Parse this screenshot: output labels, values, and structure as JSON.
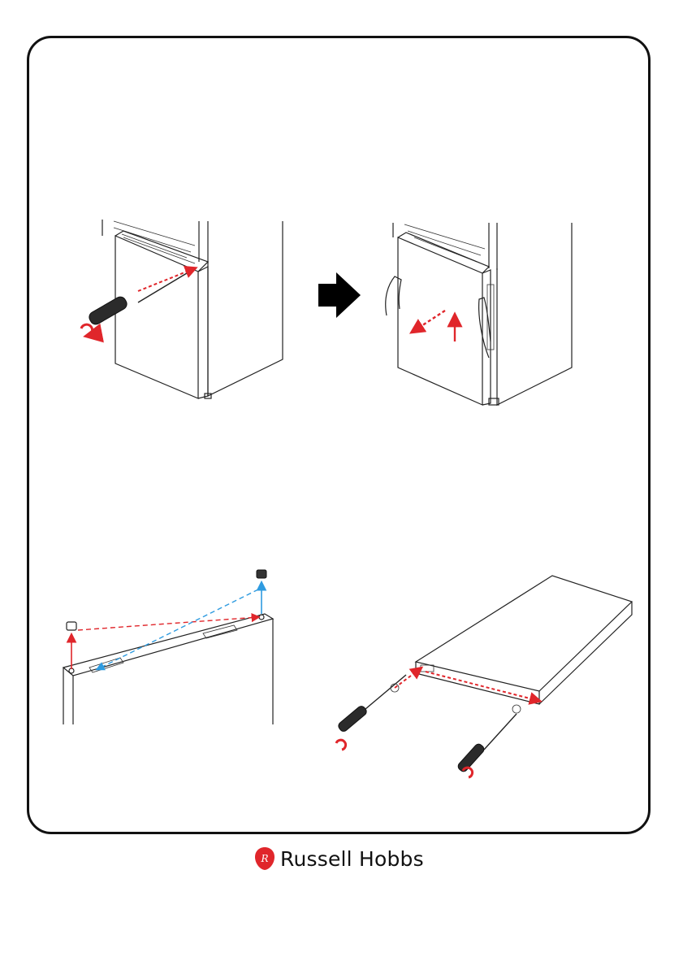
{
  "brand": {
    "name": "Russell Hobbs",
    "accent_color": "#e0262b",
    "logo_icon": "rh-seal-icon"
  },
  "colors": {
    "arrow_red": "#e0262b",
    "arrow_blue": "#2e9be0",
    "line": "#222222"
  },
  "illustrations": [
    {
      "name": "unscrew-top-hinge",
      "icons": [
        "screwdriver-icon",
        "rotate-arrow-icon",
        "fridge-icon"
      ]
    },
    {
      "name": "lift-door-off",
      "icons": [
        "hand-icon",
        "lift-arrow-icon",
        "fridge-icon"
      ]
    },
    {
      "name": "swap-door-caps",
      "icons": [
        "cap-icon",
        "cap-icon",
        "door-top-icon"
      ]
    },
    {
      "name": "move-door-stop",
      "icons": [
        "screwdriver-icon",
        "screwdriver-icon",
        "door-panel-icon"
      ]
    }
  ]
}
